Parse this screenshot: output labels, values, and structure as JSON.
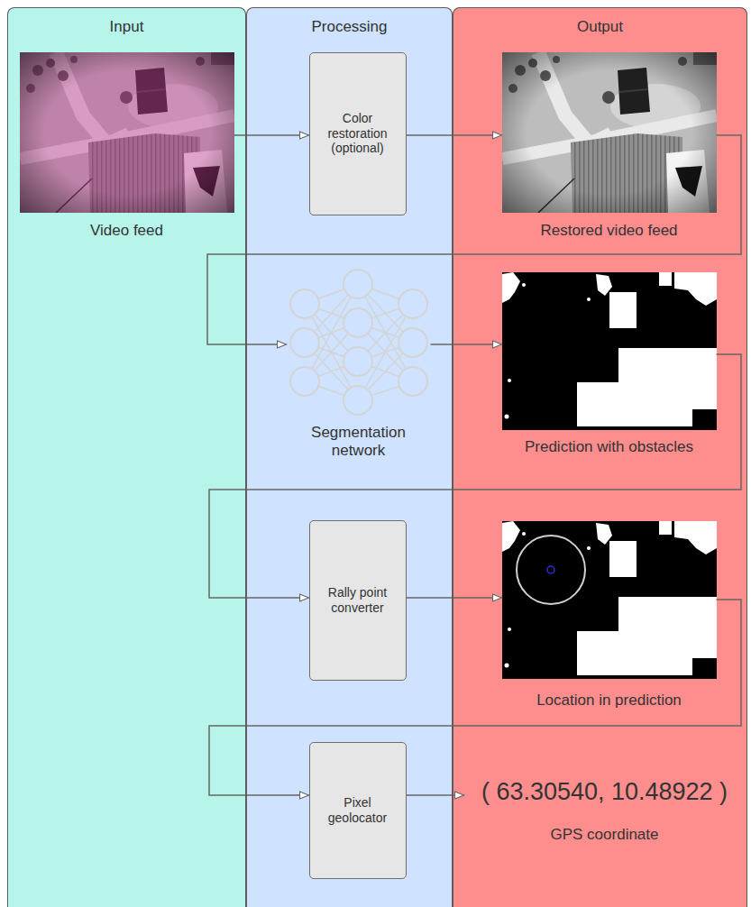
{
  "diagram": {
    "nodes": [
      {
        "text": [
          "Input"
        ]
      },
      {
        "text": [
          "Processing"
        ]
      },
      {
        "text": [
          "Output"
        ]
      },
      {
        "text": [
          "Video feed"
        ],
        "in": 0
      },
      {
        "text": [
          "Color restoration (optional)"
        ],
        "in": 1
      },
      {
        "text": [
          "Restored video feed"
        ],
        "in": 2
      },
      {
        "text": [
          "Segmentation network"
        ],
        "in": 1
      },
      {
        "text": [
          "Prediction with obstacles"
        ],
        "in": 2
      },
      {
        "text": [
          "Rally point converter"
        ],
        "in": 1
      },
      {
        "text": [
          "Location in prediction"
        ],
        "in": 2
      },
      {
        "text": [
          "Pixel geolocator"
        ],
        "in": 1
      },
      {
        "text": [
          "( 63.30540, 10.48922 )",
          "GPS coordinate"
        ],
        "in": 2
      }
    ],
    "edges": [
      {
        "from": 3,
        "to": 4,
        "arrow": "to"
      },
      {
        "from": 4,
        "to": 5,
        "arrow": "to"
      },
      {
        "from": 5,
        "to": 6,
        "arrow": "to"
      },
      {
        "from": 6,
        "to": 7,
        "arrow": "to"
      },
      {
        "from": 7,
        "to": 8,
        "arrow": "to"
      },
      {
        "from": 8,
        "to": 9,
        "arrow": "to"
      },
      {
        "from": 9,
        "to": 10,
        "arrow": "to"
      },
      {
        "from": 10,
        "to": 11,
        "arrow": "to"
      }
    ]
  }
}
